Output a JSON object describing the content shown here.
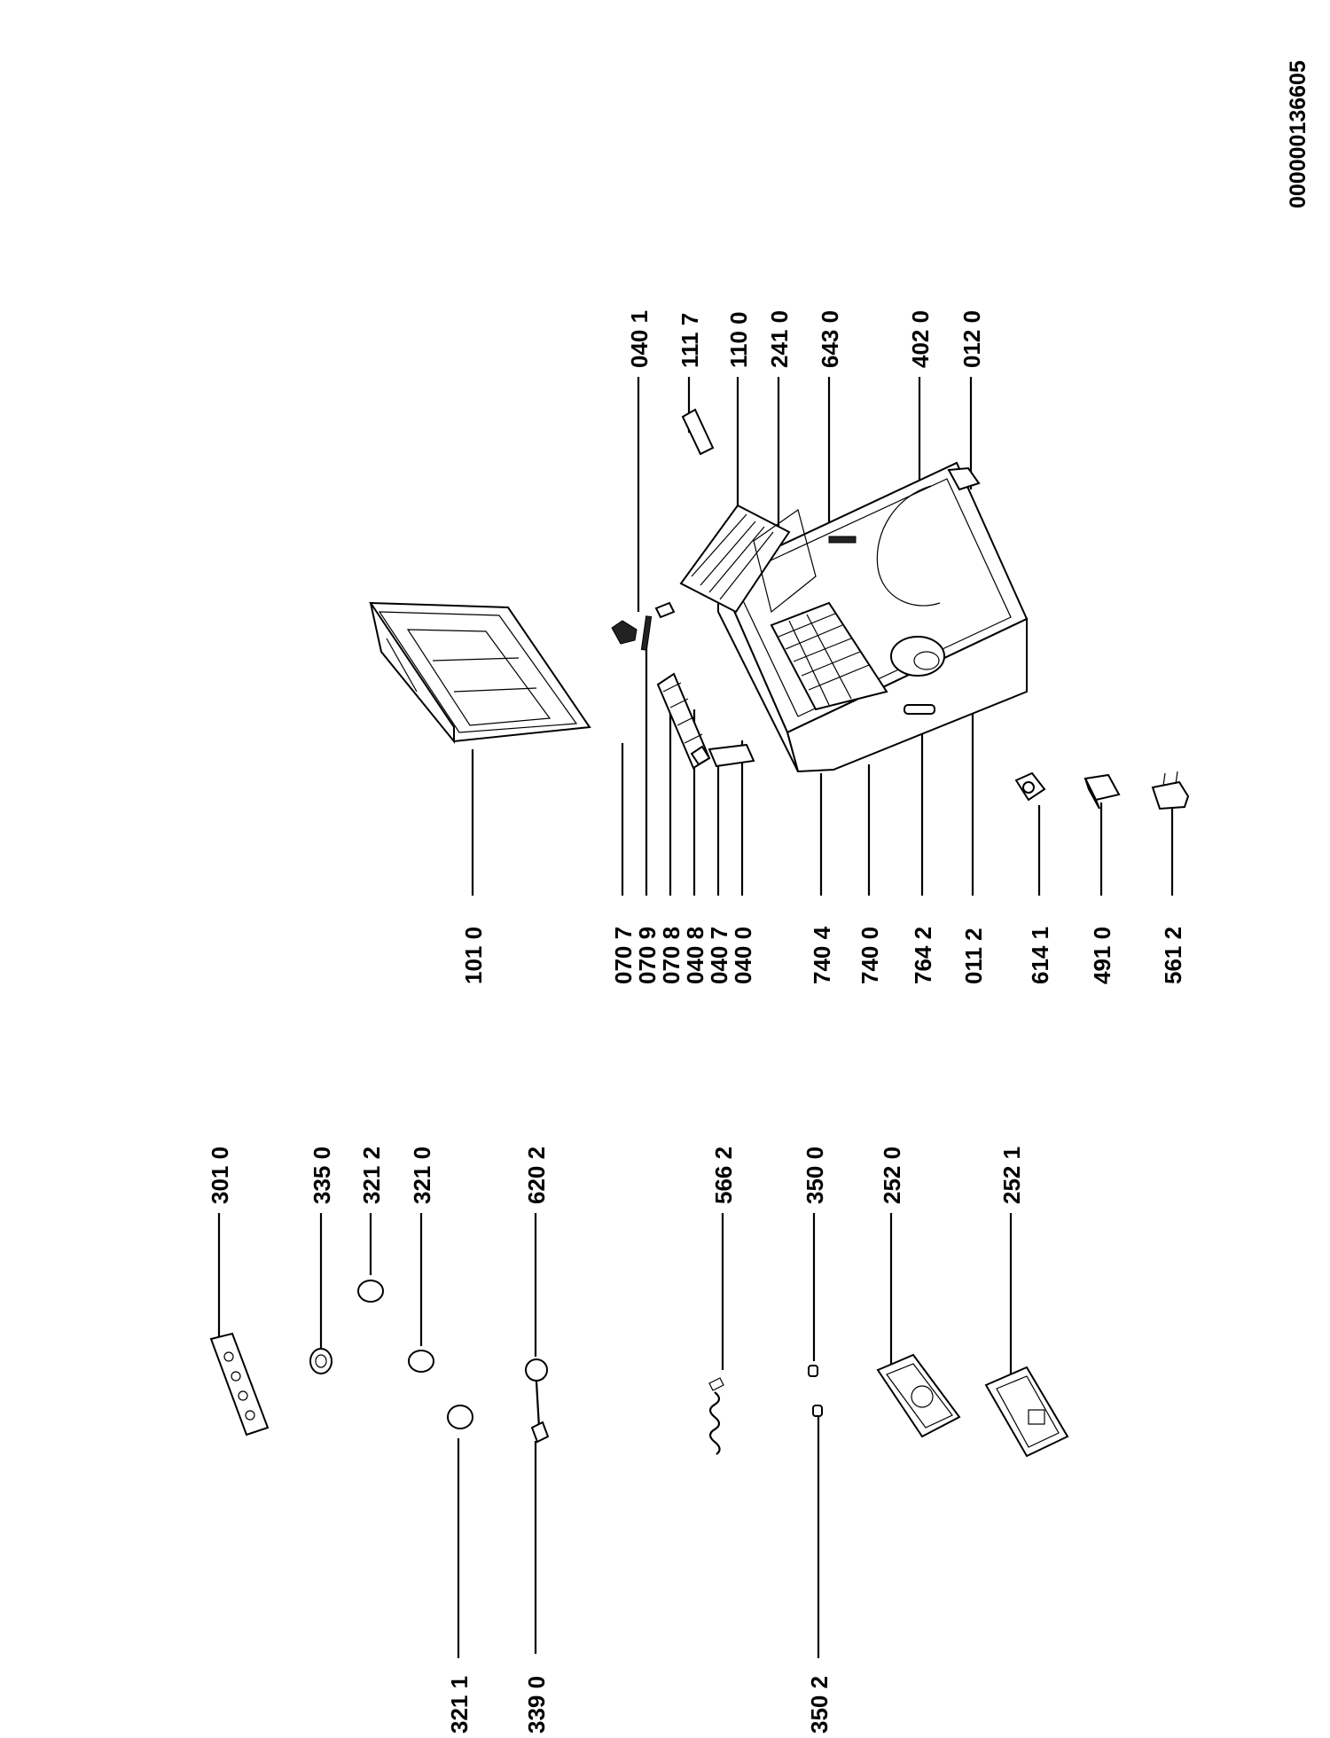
{
  "document_id": "000000136605",
  "labels": [
    {
      "id": "101-0",
      "text": "101 0"
    },
    {
      "id": "070-7",
      "text": "070 7"
    },
    {
      "id": "070-9",
      "text": "070 9"
    },
    {
      "id": "070-8",
      "text": "070 8"
    },
    {
      "id": "040-8",
      "text": "040 8"
    },
    {
      "id": "040-7",
      "text": "040 7"
    },
    {
      "id": "040-0",
      "text": "040 0"
    },
    {
      "id": "740-4",
      "text": "740 4"
    },
    {
      "id": "740-0",
      "text": "740 0"
    },
    {
      "id": "764-2",
      "text": "764 2"
    },
    {
      "id": "011-2",
      "text": "011 2"
    },
    {
      "id": "614-1",
      "text": "614 1"
    },
    {
      "id": "491-0",
      "text": "491 0"
    },
    {
      "id": "561-2",
      "text": "561 2"
    },
    {
      "id": "040-1",
      "text": "040 1"
    },
    {
      "id": "111-7",
      "text": "111 7"
    },
    {
      "id": "110-0",
      "text": "110 0"
    },
    {
      "id": "241-0",
      "text": "241 0"
    },
    {
      "id": "643-0",
      "text": "643 0"
    },
    {
      "id": "402-0",
      "text": "402 0"
    },
    {
      "id": "012-0",
      "text": "012 0"
    },
    {
      "id": "301-0",
      "text": "301 0"
    },
    {
      "id": "335-0",
      "text": "335 0"
    },
    {
      "id": "321-2",
      "text": "321 2"
    },
    {
      "id": "321-0",
      "text": "321 0"
    },
    {
      "id": "620-2",
      "text": "620 2"
    },
    {
      "id": "321-1",
      "text": "321 1"
    },
    {
      "id": "339-0",
      "text": "339 0"
    },
    {
      "id": "566-2",
      "text": "566 2"
    },
    {
      "id": "350-0",
      "text": "350 0"
    },
    {
      "id": "252-0",
      "text": "252 0"
    },
    {
      "id": "350-2",
      "text": "350 2"
    },
    {
      "id": "252-1",
      "text": "252 1"
    }
  ]
}
